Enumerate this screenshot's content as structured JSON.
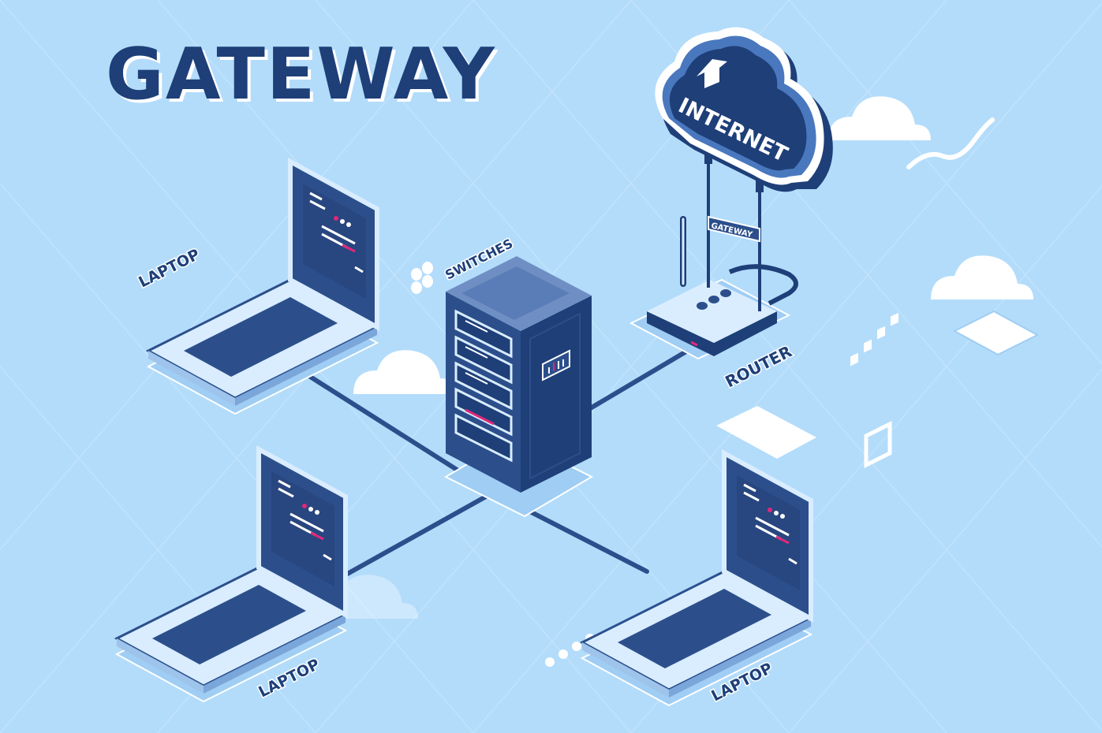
{
  "title": "GATEWAY",
  "labels": {
    "switches": "SWITCHES",
    "router": "ROUTER",
    "internet": "INTERNET",
    "gateway_tag": "GATEWAY",
    "laptop_top_left": "LAPTOP",
    "laptop_bottom_left": "LAPTOP",
    "laptop_bottom_right": "LAPTOP"
  },
  "colors": {
    "background": "#b3dcfb",
    "navy": "#1e3f78",
    "screen": "#2c4f8c",
    "accent": "#e0287a",
    "light": "#d9edff",
    "white": "#ffffff"
  },
  "icons": [
    "cloud-internet-icon",
    "router-icon",
    "server-rack-icon",
    "laptop-icon"
  ]
}
